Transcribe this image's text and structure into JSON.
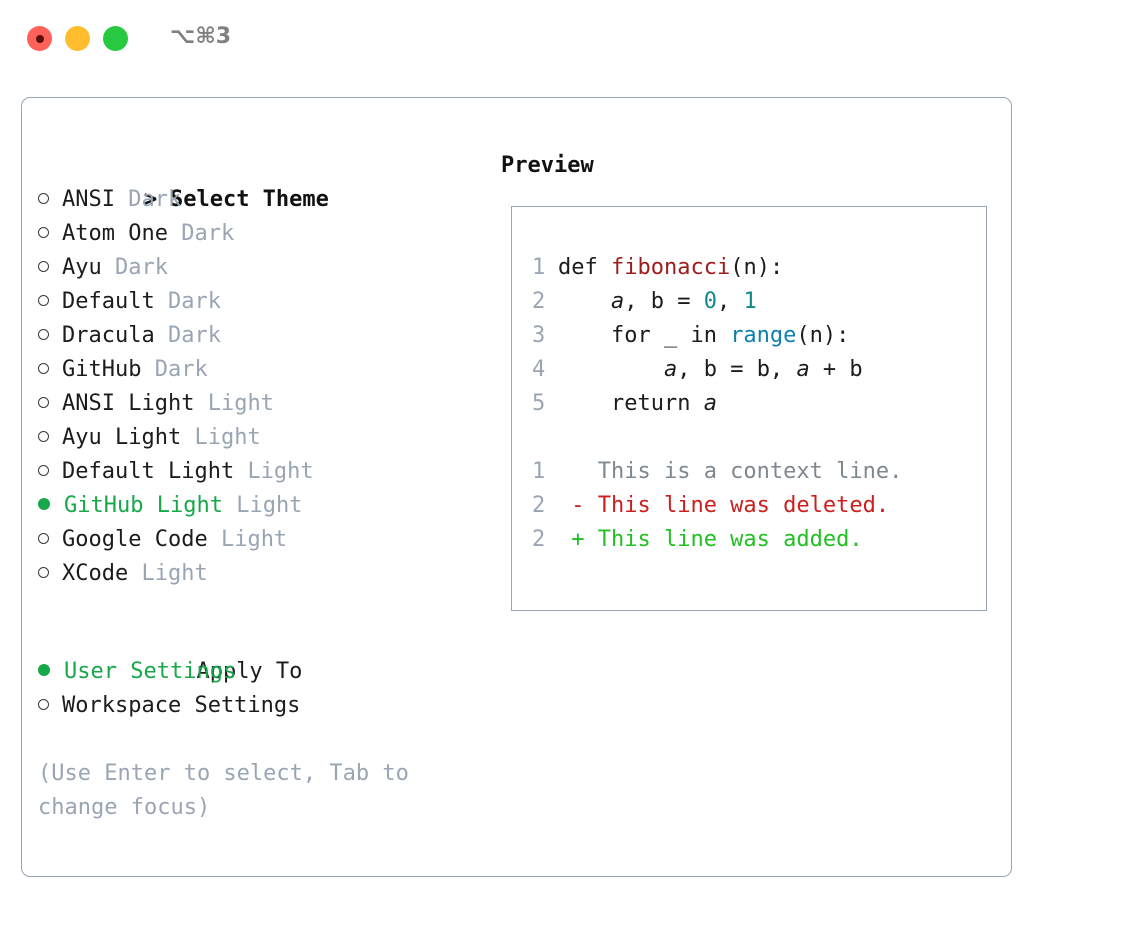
{
  "window": {
    "shortcut_label": "⌥⌘3",
    "traffic_lights": [
      {
        "name": "close",
        "color": "#ff6058"
      },
      {
        "name": "minimize",
        "color": "#ffbd2e"
      },
      {
        "name": "zoom",
        "color": "#28c840"
      }
    ]
  },
  "theme_picker": {
    "caret": ">",
    "title": "Select Theme",
    "bullet_selected": "●",
    "bullet_unselected": "○",
    "accent_color": "#17a84a",
    "muted_color": "#9aa5b4",
    "items": [
      {
        "name": "ANSI",
        "variant": "Dark",
        "selected": false
      },
      {
        "name": "Atom One",
        "variant": "Dark",
        "selected": false
      },
      {
        "name": "Ayu",
        "variant": "Dark",
        "selected": false
      },
      {
        "name": "Default",
        "variant": "Dark",
        "selected": false
      },
      {
        "name": "Dracula",
        "variant": "Dark",
        "selected": false
      },
      {
        "name": "GitHub",
        "variant": "Dark",
        "selected": false
      },
      {
        "name": "ANSI Light",
        "variant": "Light",
        "selected": false
      },
      {
        "name": "Ayu Light",
        "variant": "Light",
        "selected": false
      },
      {
        "name": "Default Light",
        "variant": "Light",
        "selected": false
      },
      {
        "name": "GitHub Light",
        "variant": "Light",
        "selected": true
      },
      {
        "name": "Google Code",
        "variant": "Light",
        "selected": false
      },
      {
        "name": "XCode",
        "variant": "Light",
        "selected": false
      }
    ]
  },
  "apply_to": {
    "title": "Apply To",
    "options": [
      {
        "label": "User Settings",
        "selected": true
      },
      {
        "label": "Workspace Settings",
        "selected": false
      }
    ]
  },
  "hint": {
    "line1": "(Use Enter to select, Tab to",
    "line2": "change focus)"
  },
  "preview": {
    "title": "Preview",
    "code_lines": [
      {
        "no": "1",
        "segments": [
          {
            "text": "def ",
            "style": "plain"
          },
          {
            "text": "fibonacci",
            "style": "fn"
          },
          {
            "text": "(n):",
            "style": "plain"
          }
        ]
      },
      {
        "no": "2",
        "segments": [
          {
            "text": "    ",
            "style": "plain"
          },
          {
            "text": "a",
            "style": "var"
          },
          {
            "text": ", b = ",
            "style": "plain"
          },
          {
            "text": "0",
            "style": "num"
          },
          {
            "text": ", ",
            "style": "plain"
          },
          {
            "text": "1",
            "style": "num"
          }
        ]
      },
      {
        "no": "3",
        "segments": [
          {
            "text": "    for _ in ",
            "style": "plain"
          },
          {
            "text": "range",
            "style": "call"
          },
          {
            "text": "(n):",
            "style": "plain"
          }
        ]
      },
      {
        "no": "4",
        "segments": [
          {
            "text": "        ",
            "style": "plain"
          },
          {
            "text": "a",
            "style": "var"
          },
          {
            "text": ", b = b, ",
            "style": "plain"
          },
          {
            "text": "a",
            "style": "var"
          },
          {
            "text": " + b",
            "style": "plain"
          }
        ]
      },
      {
        "no": "5",
        "segments": [
          {
            "text": "    return ",
            "style": "plain"
          },
          {
            "text": "a",
            "style": "var"
          }
        ]
      }
    ],
    "diff_lines": [
      {
        "no": "1",
        "marker": " ",
        "text": "This is a context line.",
        "kind": "context"
      },
      {
        "no": "2",
        "marker": "-",
        "text": "This line was deleted.",
        "kind": "deleted"
      },
      {
        "no": "2",
        "marker": "+",
        "text": "This line was added.",
        "kind": "added"
      }
    ]
  }
}
